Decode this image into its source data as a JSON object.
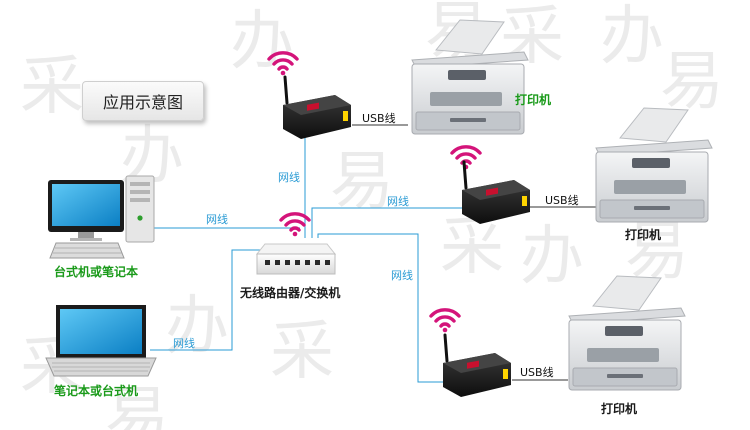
{
  "title": "应用示意图",
  "watermark": [
    "采",
    "办",
    "易"
  ],
  "labels": {
    "network_cable": "网线",
    "usb_cable": "USB线",
    "printer": "打印机",
    "router": "无线路由器/交换机",
    "desktop": "台式机或笔记本",
    "laptop": "笔记本或台式机"
  },
  "colors": {
    "cable": "#2a9bd4",
    "device_label": "#1a9a1a",
    "wifi": "#d4147a"
  }
}
